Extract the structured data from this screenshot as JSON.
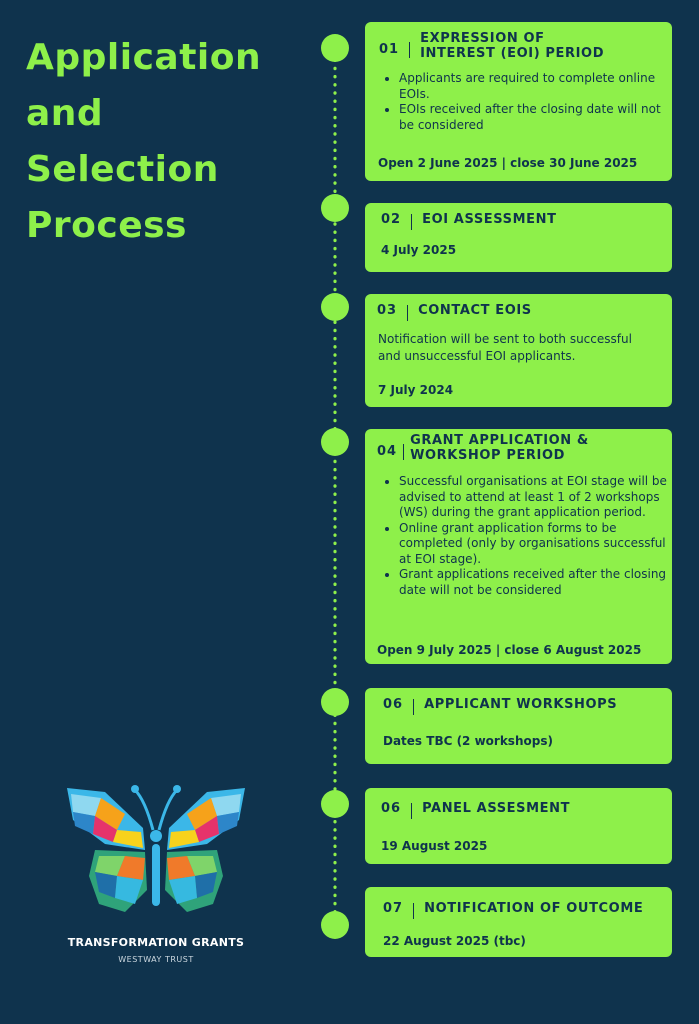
{
  "title": {
    "lines": [
      "Application",
      "and",
      "Selection",
      "Process"
    ]
  },
  "stages": [
    {
      "num": "01",
      "heading": "EXPRESSION OF INTEREST (EOI) PERIOD",
      "bullets": [
        "Applicants are required to complete online EOIs.",
        "EOIs received after the closing date will not be considered"
      ],
      "dates": "Open 2 June 2025 | close 30 June 2025"
    },
    {
      "num": "02",
      "heading": "EOI ASSESSMENT",
      "dates": "4 July 2025"
    },
    {
      "num": "03",
      "heading": "CONTACT EOIS",
      "text": "Notification will be sent to both successful and unsuccessful EOI applicants.",
      "dates": "7 July 2024"
    },
    {
      "num": "04",
      "heading": "GRANT APPLICATION & WORKSHOP PERIOD",
      "bullets": [
        "Successful organisations at EOI stage will be advised to attend at least 1 of 2 workshops (WS) during the grant application period.",
        "Online grant application forms to be completed (only by organisations successful at EOI stage).",
        "Grant applications received after the closing date will not be considered"
      ],
      "dates": "Open 9 July 2025 | close 6 August 2025"
    },
    {
      "num": "06",
      "heading": "APPLICANT WORKSHOPS",
      "dates": "Dates TBC (2 workshops)"
    },
    {
      "num": "06",
      "heading": "PANEL ASSESMENT",
      "dates": "19 August 2025"
    },
    {
      "num": "07",
      "heading": "NOTIFICATION OF OUTCOME",
      "dates": "22 August 2025 (tbc)"
    }
  ],
  "logo": {
    "icon": "butterfly-logo-icon",
    "name": "TRANSFORMATION GRANTS",
    "subtitle": "WESTWAY TRUST"
  },
  "colors": {
    "background": "#0f334d",
    "accent": "#8ef04a"
  }
}
